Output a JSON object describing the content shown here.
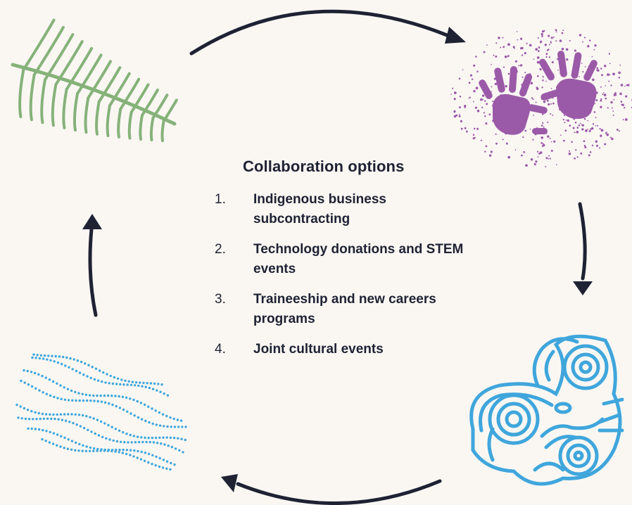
{
  "title": "Collaboration options",
  "items": [
    {
      "number": "1.",
      "label": "Indigenous business subcontracting"
    },
    {
      "number": "2.",
      "label": "Technology donations and STEM events"
    },
    {
      "number": "3.",
      "label": "Traineeship and new careers programs"
    },
    {
      "number": "4.",
      "label": "Joint cultural events"
    }
  ],
  "icons": [
    {
      "name": "fern-leaf-icon",
      "color": "#86b27a"
    },
    {
      "name": "handprints-icon",
      "color": "#9b5aa8"
    },
    {
      "name": "concentric-circles-icon",
      "color": "#3fa6dc"
    },
    {
      "name": "dotted-lines-icon",
      "color": "#3fa6dc"
    }
  ],
  "colors": {
    "arrow": "#1e2233",
    "background": "#faf7f3",
    "text": "#1e2233"
  }
}
